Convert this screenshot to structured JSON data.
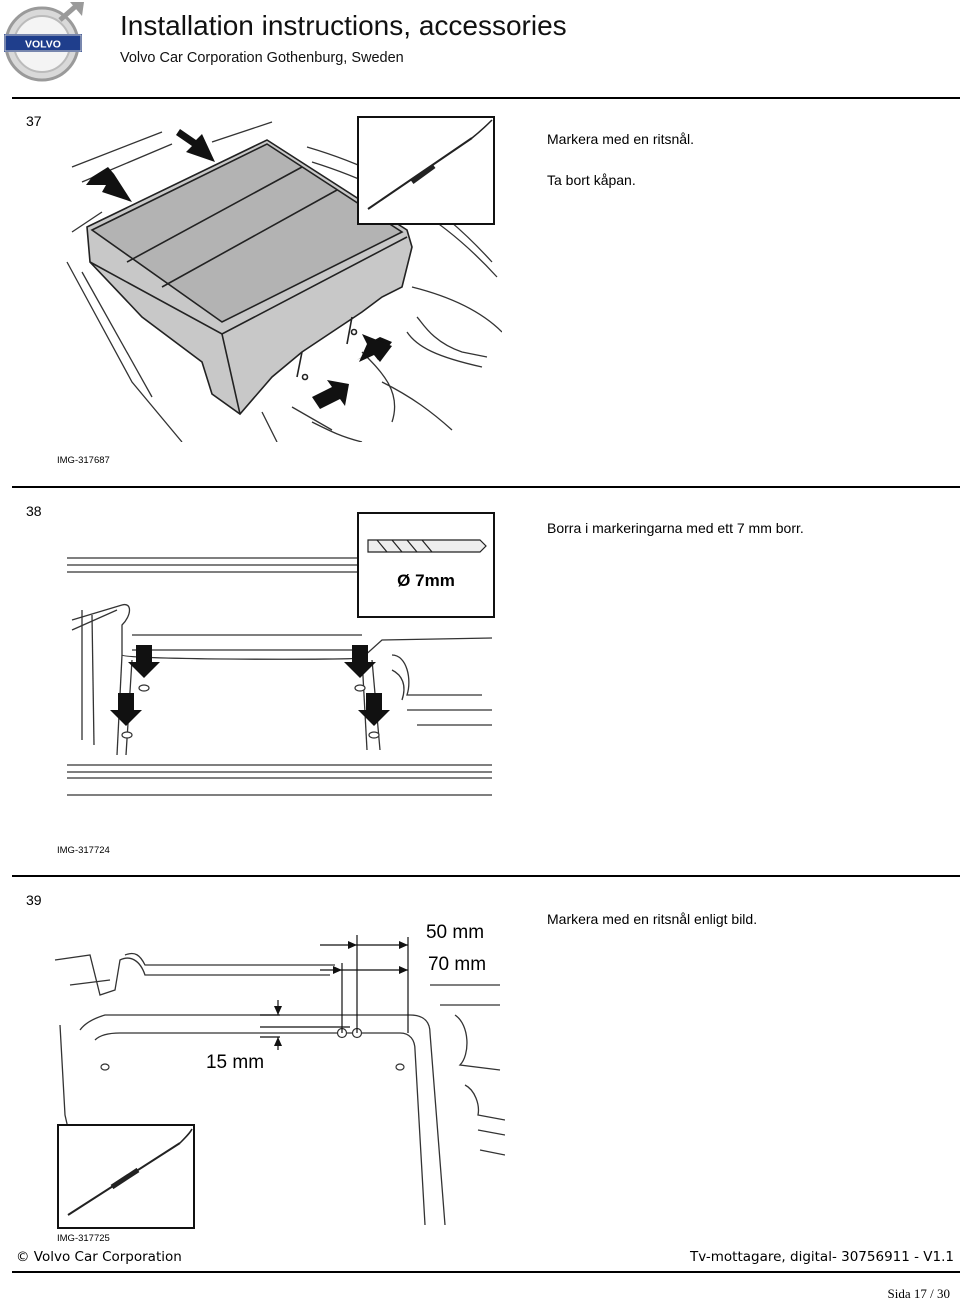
{
  "header": {
    "brand": "VOLVO",
    "title": "Installation instructions, accessories",
    "subtitle": "Volvo Car Corporation Gothenburg, Sweden"
  },
  "steps": [
    {
      "number": "37",
      "lines": [
        "Markera med en ritsnål.",
        "Ta bort kåpan."
      ],
      "image_id": "IMG-317687"
    },
    {
      "number": "38",
      "lines": [
        "Borra i markeringarna med ett 7 mm borr."
      ],
      "image_id": "IMG-317724",
      "callout": "Ø 7mm"
    },
    {
      "number": "39",
      "lines": [
        "Markera med en ritsnål enligt bild."
      ],
      "image_id": "IMG-317725",
      "dims": [
        "50 mm",
        "70 mm",
        "15 mm"
      ]
    }
  ],
  "footer": {
    "copyright": "© Volvo Car Corporation",
    "doc": "Tv-mottagare, digital- 30756911 - V1.1",
    "page": "Sida 17 / 30"
  },
  "colors": {
    "rule": "#000000",
    "logo_blue": "#1f3e8c",
    "cover_fill": "#c8c8c8"
  }
}
